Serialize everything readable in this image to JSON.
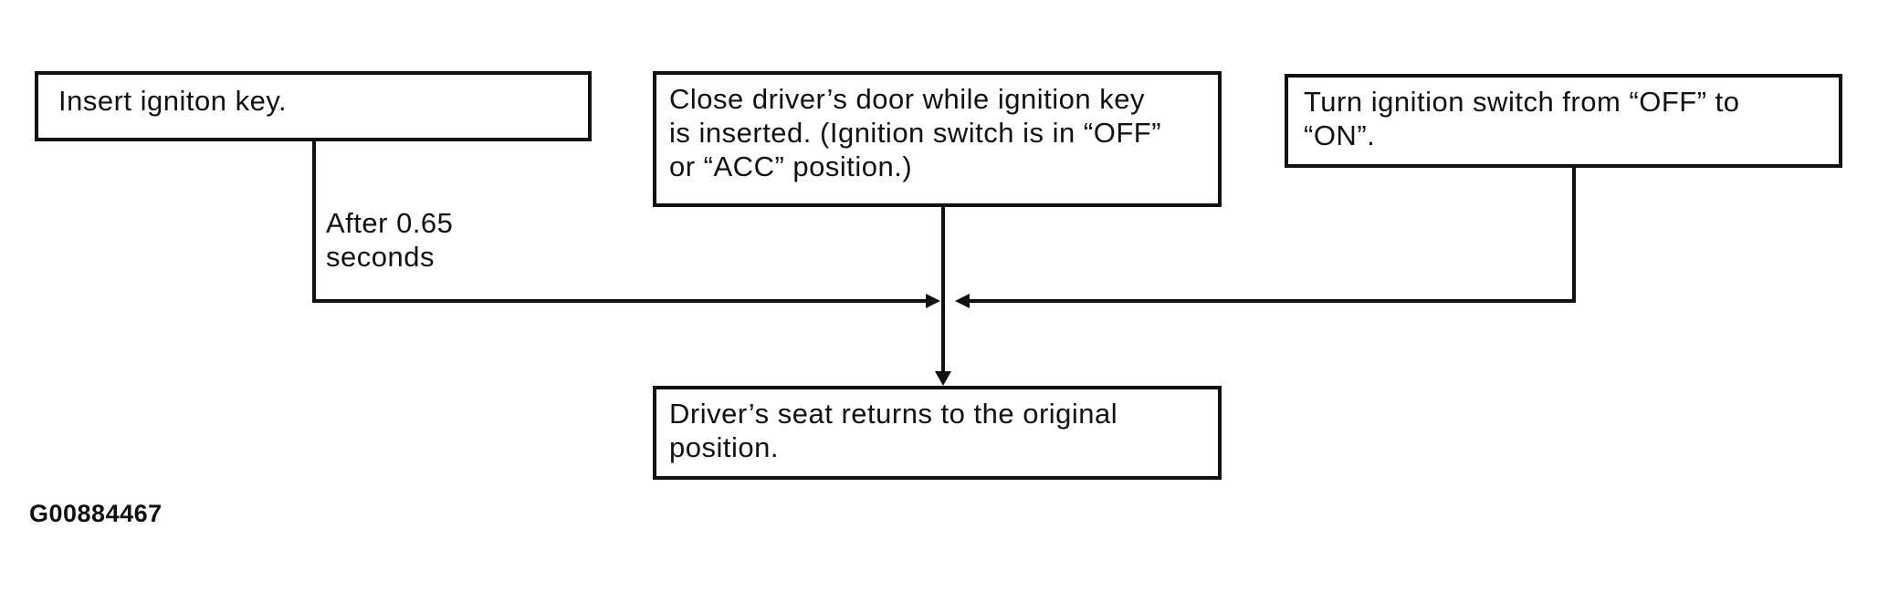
{
  "diagram": {
    "type": "flowchart",
    "figure_id": "G00884467",
    "boxes": [
      {
        "name": "insert-key",
        "lines": [
          "Insert igniton key."
        ]
      },
      {
        "name": "close-door",
        "lines": [
          "Close driver’s door while ignition key",
          "is inserted. (Ignition switch is in “OFF”",
          "or “ACC” position.)"
        ]
      },
      {
        "name": "turn-ignition-switch",
        "lines": [
          "Turn ignition switch from “OFF” to",
          "“ON”."
        ]
      },
      {
        "name": "seat-returns",
        "lines": [
          "Driver’s seat returns to the original",
          "position."
        ]
      }
    ],
    "edge_labels": [
      {
        "name": "delay-label",
        "lines": [
          "After 0.65",
          "seconds"
        ]
      }
    ],
    "colors": {
      "line": "#111111",
      "text": "#111111",
      "background": "#ffffff"
    }
  }
}
